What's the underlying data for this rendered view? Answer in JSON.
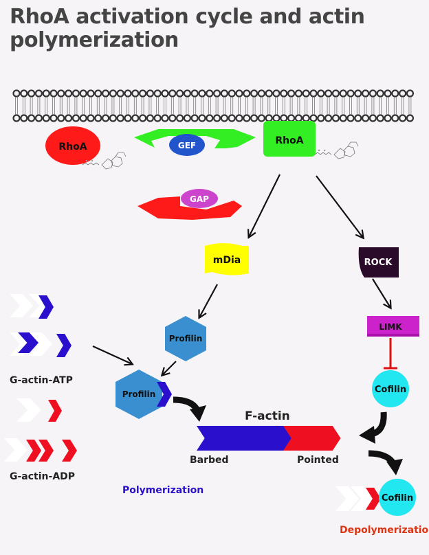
{
  "title": "RhoA activation cycle and actin polymerization",
  "labels": {
    "rhoa_gdp": "RhoA",
    "gef": "GEF",
    "rhoa_gtp": "RhoA",
    "gap": "GAP",
    "mdia": "mDia",
    "rock": "ROCK",
    "limk": "LIMK",
    "profilin_top": "Profilin",
    "profilin_bottom": "Profilin",
    "cofilin_top": "Cofilin",
    "cofilin_bottom": "Cofilin",
    "g_actin_atp": "G-actin-ATP",
    "g_actin_adp": "G-actin-ADP",
    "f_actin": "F-actin",
    "barbed": "Barbed",
    "pointed": "Pointed",
    "polymerization": "Polymerization",
    "depolymerization": "Depolymerization"
  },
  "colors": {
    "rhoa_gdp": "#ff1a1a",
    "gef": "#33ee22",
    "gef_oval": "#2255cc",
    "rhoa_gtp": "#33ee22",
    "gap": "#ff1a1a",
    "gap_oval": "#cc44cc",
    "mdia": "#ffff00",
    "rock": "#2a0c2a",
    "limk": "#cc22cc",
    "profilin": "#3a8fd0",
    "cofilin": "#22e6f0",
    "atp_chevron": "#2a10cc",
    "adp_chevron": "#ee1020",
    "polymerization_text": "#2a10cc",
    "depolymerization_text": "#dd3311"
  }
}
